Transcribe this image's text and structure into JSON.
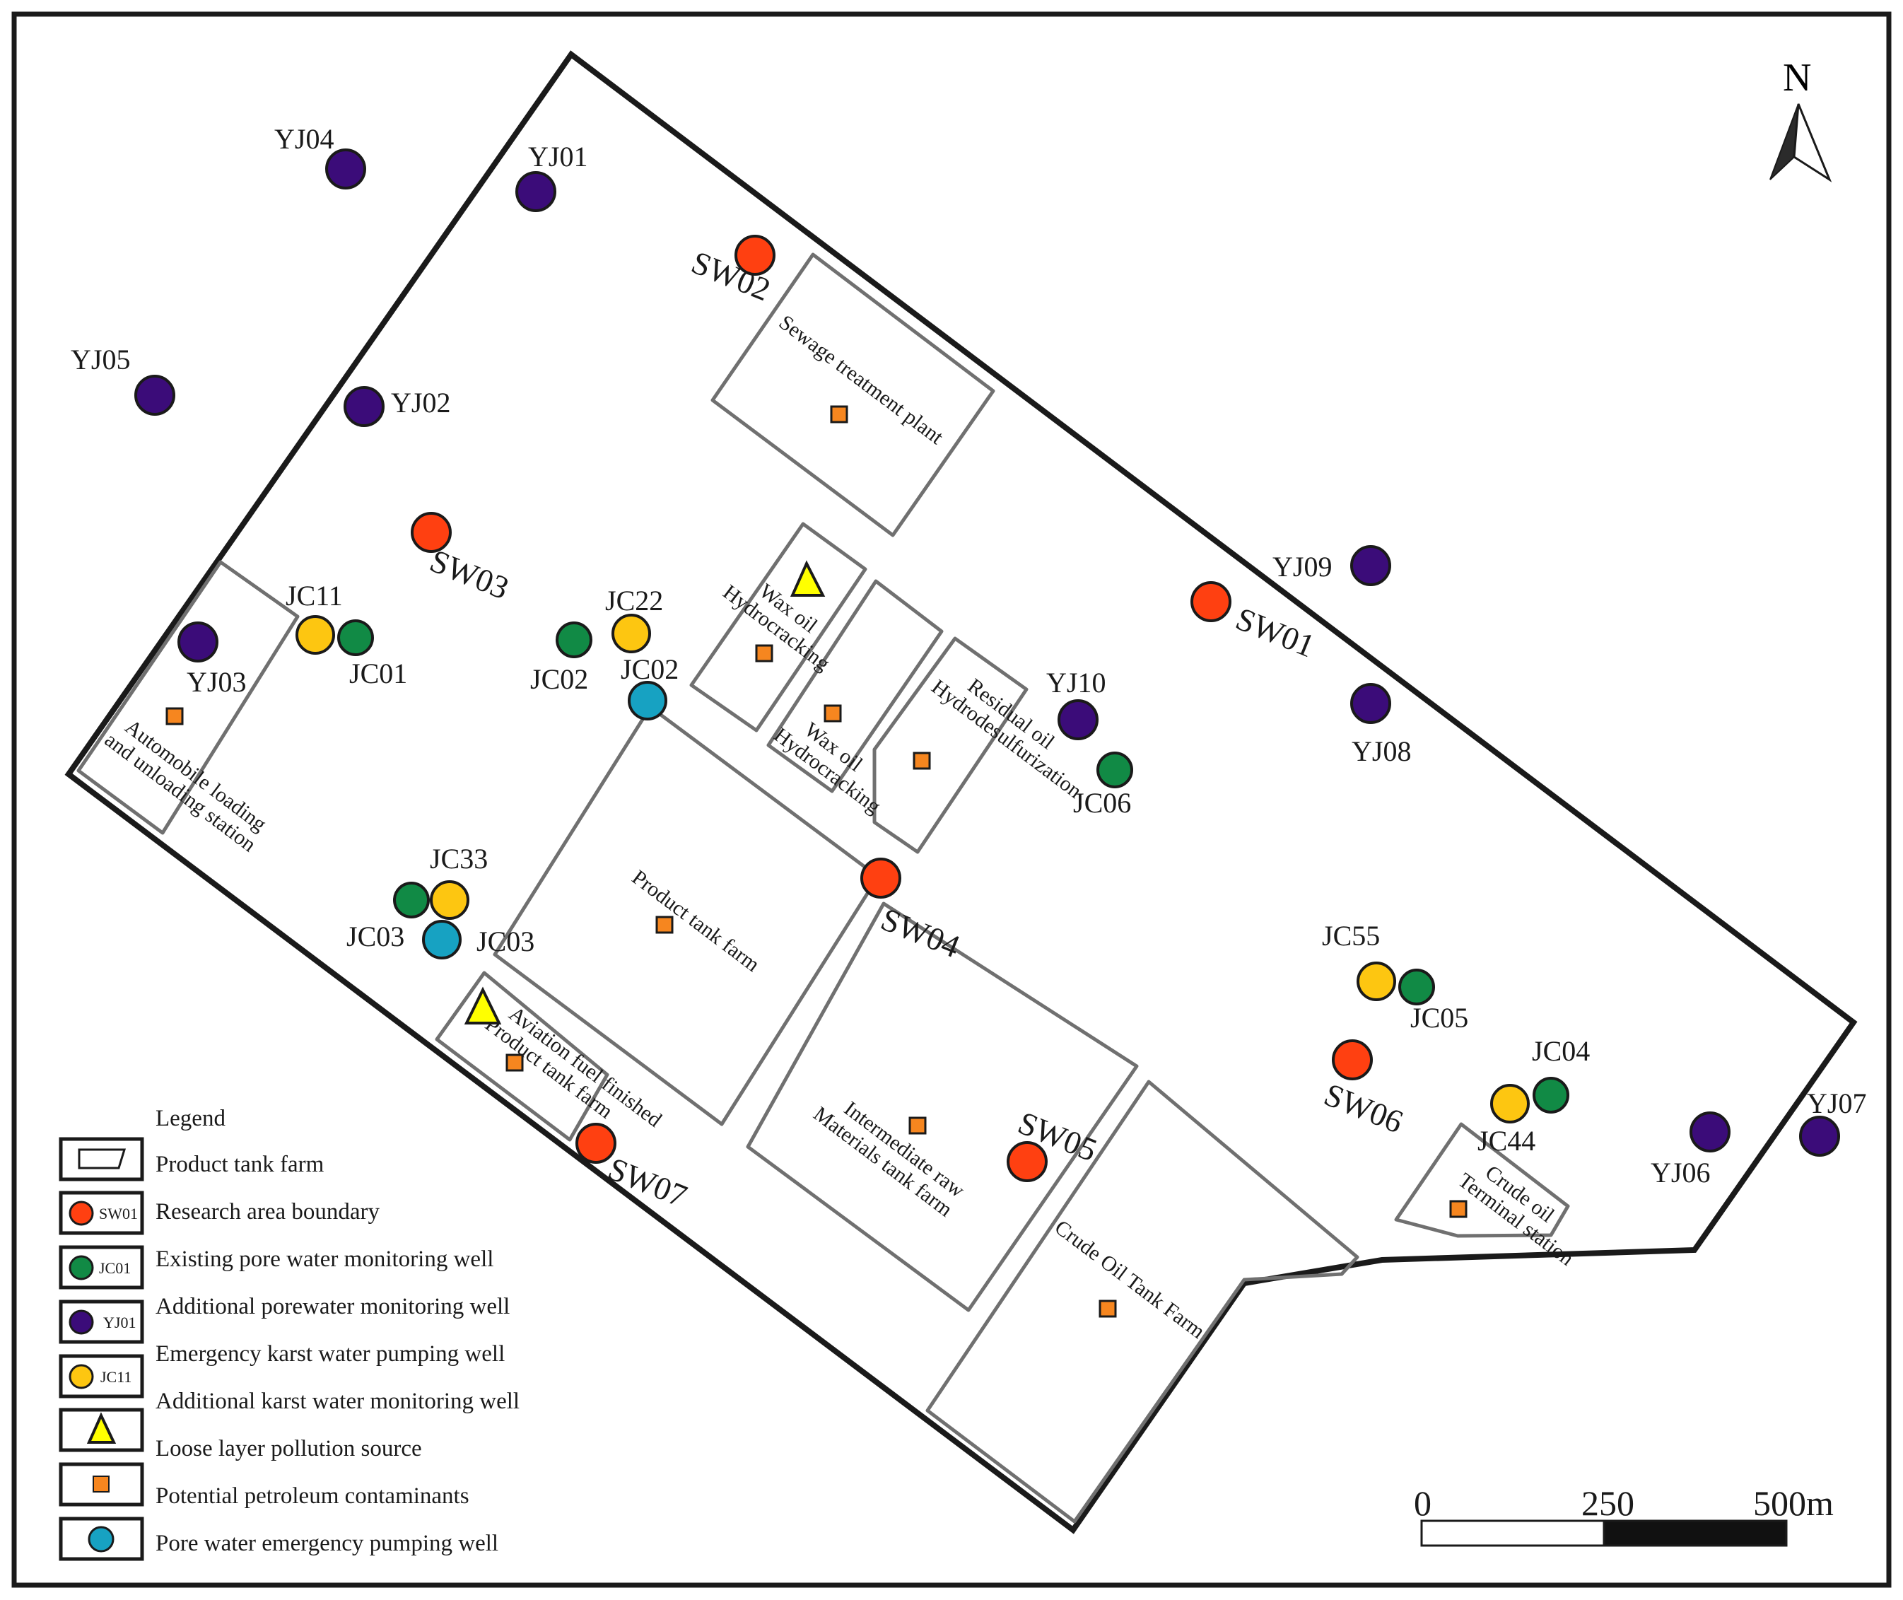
{
  "north_label": "N",
  "scale": {
    "label_0": "0",
    "label_mid": "250",
    "label_end": "500m"
  },
  "legend": {
    "title": "Legend",
    "items": [
      {
        "label": "Product tank farm"
      },
      {
        "label": "Research area boundary",
        "swatch_text": "SW01"
      },
      {
        "label": "Existing pore water monitoring well",
        "swatch_text": "JC01"
      },
      {
        "label": "Additional porewater monitoring well",
        "swatch_text": "YJ01"
      },
      {
        "label": "Emergency karst water pumping well",
        "swatch_text": "JC11"
      },
      {
        "label": "Additional karst water monitoring well"
      },
      {
        "label": "Loose layer pollution source"
      },
      {
        "label": "Potential petroleum contaminants"
      },
      {
        "label": "Pore water emergency pumping well"
      }
    ]
  },
  "colors": {
    "sw": "#ff4011",
    "jc_green": "#118a45",
    "yj_purple": "#3b0c79",
    "jc_yellow": "#fdc611",
    "pore_cyan": "#17a2c2",
    "triangle": "#ffff00",
    "contaminant": "#f6861f",
    "facility_line": "#707070"
  },
  "facilities": {
    "sewage": "Sewage treatment plant",
    "wax1_l1": "Wax oil",
    "wax1_l2": "Hydrocracking",
    "wax2_l1": "Wax oil",
    "wax2_l2": "Hydrocracking",
    "resid_l1": "Residual oil",
    "resid_l2": "Hydrodesulfurization",
    "auto_l1": "Automobile loading",
    "auto_l2": "and unloading station",
    "product": "Product tank farm",
    "aviation_l1": "Aviation fuel finished",
    "aviation_l2": "Product tank farm",
    "inter_l1": "Intermediate raw",
    "inter_l2": "Materials tank farm",
    "crude_farm": "Crude Oil Tank Farm",
    "terminal_l1": "Crude oil",
    "terminal_l2": "Terminal station"
  },
  "wells": {
    "yj01": "YJ01",
    "yj02": "YJ02",
    "yj03": "YJ03",
    "yj04": "YJ04",
    "yj05": "YJ05",
    "yj06": "YJ06",
    "yj07": "YJ07",
    "yj08": "YJ08",
    "yj09": "YJ09",
    "yj10": "YJ10",
    "sw01": "SW01",
    "sw02": "SW02",
    "sw03": "SW03",
    "sw04": "SW04",
    "sw05": "SW05",
    "sw06": "SW06",
    "sw07": "SW07",
    "jc01": "JC01",
    "jc02a": "JC02",
    "jc02b": "JC02",
    "jc03a": "JC03",
    "jc03b": "JC03",
    "jc04": "JC04",
    "jc05": "JC05",
    "jc06": "JC06",
    "jc11": "JC11",
    "jc22": "JC22",
    "jc33": "JC33",
    "jc44": "JC44",
    "jc55": "JC55"
  }
}
